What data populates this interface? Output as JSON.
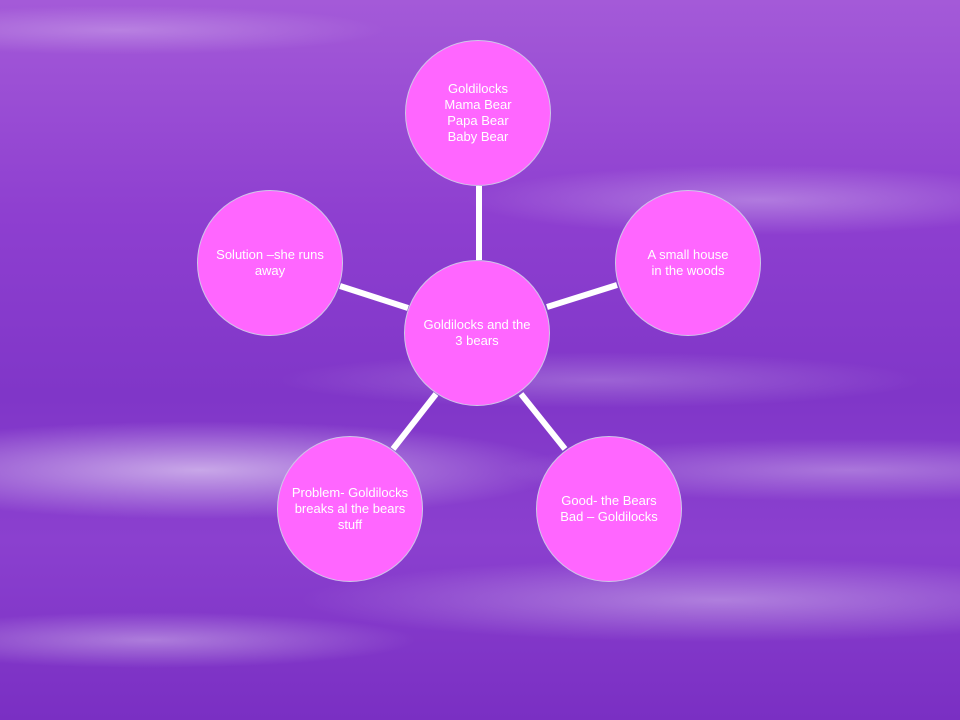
{
  "colors": {
    "node_fill": "#ff66ff",
    "connector": "#ffffff",
    "text": "#ffffff"
  },
  "nodes": {
    "center": "Goldilocks and the\n3 bears",
    "characters": "Goldilocks\nMama Bear\nPapa Bear\nBaby Bear",
    "setting": "A small house\nin the woods",
    "good_bad": "Good- the Bears\nBad – Goldilocks",
    "problem": "Problem- Goldilocks\nbreaks al the bears\nstuff",
    "solution": "Solution –she runs\naway"
  }
}
